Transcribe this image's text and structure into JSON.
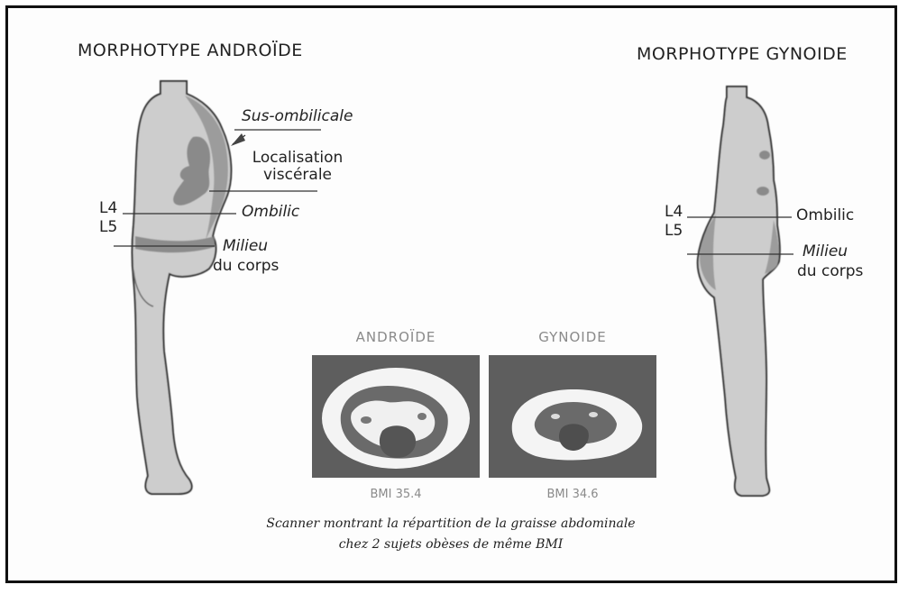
{
  "titles": {
    "left": "MORPHOTYPE ANDROÏDE",
    "right": "MORPHOTYPE GYNOIDE"
  },
  "left_labels": {
    "sus_ombilicale": "Sus-ombilicale",
    "localisation_1": "Localisation",
    "localisation_2": "viscérale",
    "ombilic": "Ombilic",
    "milieu_1": "Milieu",
    "milieu_2": "du corps",
    "l4": "L4",
    "l5": "L5"
  },
  "right_labels": {
    "ombilic": "Ombilic",
    "milieu_1": "Milieu",
    "milieu_2": "du corps",
    "l4": "L4",
    "l5": "L5"
  },
  "scans": {
    "android_label": "ANDROÏDE",
    "gynoid_label": "GYNOIDE",
    "android_bmi": "BMI 35.4",
    "gynoid_bmi": "BMI 34.6"
  },
  "caption": {
    "line1": "Scanner montrant la répartition de la graisse abdominale",
    "line2": "chez 2 sujets obèses de même BMI"
  },
  "colors": {
    "body_fill": "#cdcdcd",
    "fat_fill": "#8a8a8a",
    "scan_bg": "#5e5e5e",
    "outline": "#333333"
  }
}
